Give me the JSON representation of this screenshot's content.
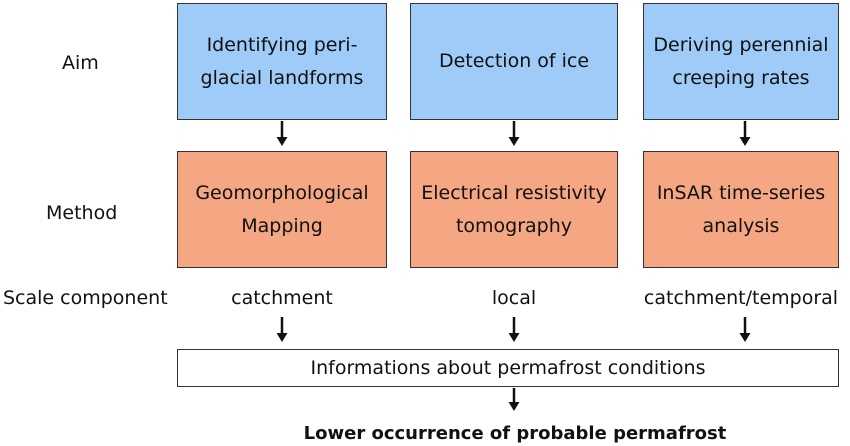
{
  "rows": {
    "aim": "Aim",
    "method": "Method",
    "scale": "Scale component"
  },
  "columns": [
    {
      "aim": [
        "Identifying peri-",
        "glacial landforms"
      ],
      "method": [
        "Geomorphological",
        "Mapping"
      ],
      "scale": "catchment"
    },
    {
      "aim": [
        "Detection of ice"
      ],
      "method": [
        "Electrical resistivity",
        "tomography"
      ],
      "scale": "local"
    },
    {
      "aim": [
        "Deriving perennial",
        "creeping rates"
      ],
      "method": [
        "InSAR time-series",
        "analysis"
      ],
      "scale": "catchment/temporal"
    }
  ],
  "info": "Informations about permafrost conditions",
  "conclusion": "Lower occurrence of probable permafrost",
  "colors": {
    "aim_fill": "#9ecbf7",
    "method_fill": "#f5a682",
    "border": "#333333"
  }
}
